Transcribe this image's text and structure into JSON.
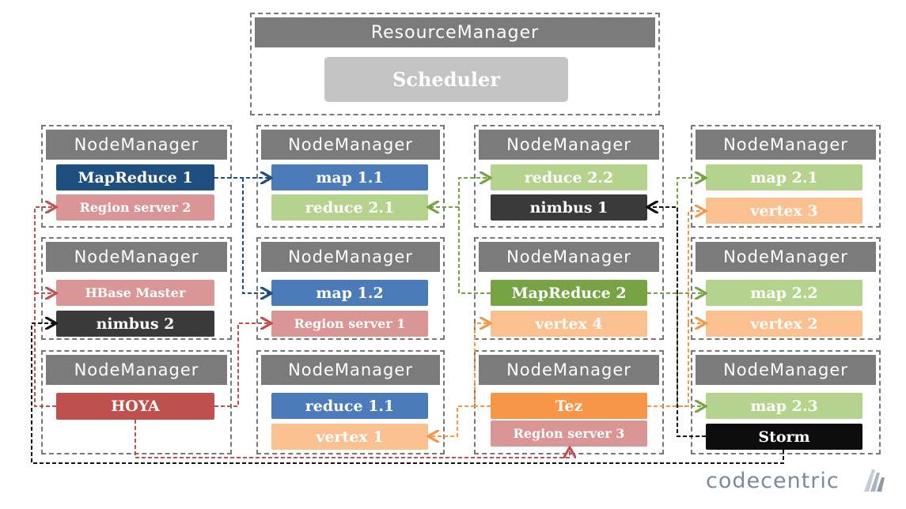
{
  "resource_manager": {
    "title": "ResourceManager",
    "scheduler": "Scheduler"
  },
  "node_manager_label": "NodeManager",
  "nodes": [
    {
      "tasks": [
        "MapReduce 1",
        "Region server 2"
      ]
    },
    {
      "tasks": [
        "map 1.1",
        "reduce 2.1"
      ]
    },
    {
      "tasks": [
        "reduce 2.2",
        "nimbus 1"
      ]
    },
    {
      "tasks": [
        "map 2.1",
        "vertex 3"
      ]
    },
    {
      "tasks": [
        "HBase Master",
        "nimbus 2"
      ]
    },
    {
      "tasks": [
        "map 1.2",
        "Region server 1"
      ]
    },
    {
      "tasks": [
        "MapReduce 2",
        "vertex 4"
      ]
    },
    {
      "tasks": [
        "map 2.2",
        "vertex 2"
      ]
    },
    {
      "tasks": [
        "HOYA"
      ]
    },
    {
      "tasks": [
        "reduce 1.1",
        "vertex 1"
      ]
    },
    {
      "tasks": [
        "Tez",
        "Region server 3"
      ]
    },
    {
      "tasks": [
        "map 2.3",
        "Storm"
      ]
    }
  ],
  "colors": {
    "mapreduce1": "#1f4f7e",
    "map1": "#4b7bb8",
    "mapreduce2": "#77a345",
    "map2": "#b5d38c",
    "hoya": "#c0504d",
    "hbase": "#d99694",
    "storm": "#0d0d0d",
    "nimbus": "#3a3a3a",
    "tez": "#f79646",
    "vertex": "#fac090"
  },
  "logo": {
    "text_a": "code",
    "text_b": "centric"
  }
}
